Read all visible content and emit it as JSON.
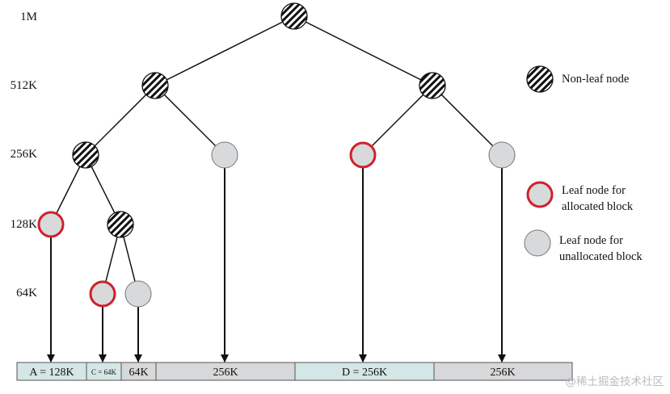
{
  "levels": [
    "1M",
    "512K",
    "256K",
    "128K",
    "64K"
  ],
  "legend": {
    "nonleaf": "Non-leaf node",
    "allocated_l1": "Leaf node for",
    "allocated_l2": "allocated block",
    "unallocated_l1": "Leaf node for",
    "unallocated_l2": "unallocated block"
  },
  "blocks": [
    {
      "label": "A = 128K",
      "status": "allocated"
    },
    {
      "label": "C = 64K",
      "status": "allocated"
    },
    {
      "label": "64K",
      "status": "free"
    },
    {
      "label": "256K",
      "status": "free"
    },
    {
      "label": "D = 256K",
      "status": "allocated"
    },
    {
      "label": "256K",
      "status": "free"
    }
  ],
  "colors": {
    "allocated_ring": "#d0202a",
    "leaf_fill": "#d7d9db",
    "free_block": "#d6d8da",
    "allocated_block": "#d4e6e6",
    "line": "#111111"
  },
  "watermark": "@稀土掘金技术社区"
}
